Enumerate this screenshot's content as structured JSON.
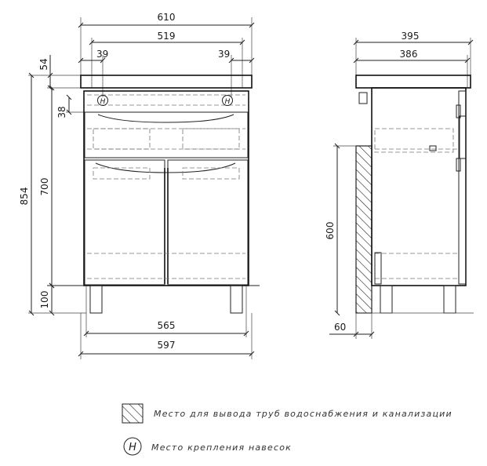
{
  "front_view": {
    "dims": {
      "top_overall": "610",
      "top_inner": "519",
      "left_offset": "39",
      "right_offset": "39",
      "top_thickness": "54",
      "drawer_gap": "38",
      "body_height": "700",
      "total_height": "854",
      "leg_height": "100",
      "bottom_inner": "565",
      "bottom_overall": "597"
    },
    "hanger_marks": [
      "H",
      "H"
    ]
  },
  "side_view": {
    "dims": {
      "depth_overall": "395",
      "depth_inner": "386",
      "pipe_zone_height": "600",
      "pipe_zone_bottom": "60"
    }
  },
  "legend": {
    "hatch_text": "Место для вывода труб водоснабжения и канализации",
    "hanger_symbol": "H",
    "hanger_text": "Место крепления навесок"
  },
  "colors": {
    "line": "#222222",
    "hidden_line": "#777777"
  }
}
